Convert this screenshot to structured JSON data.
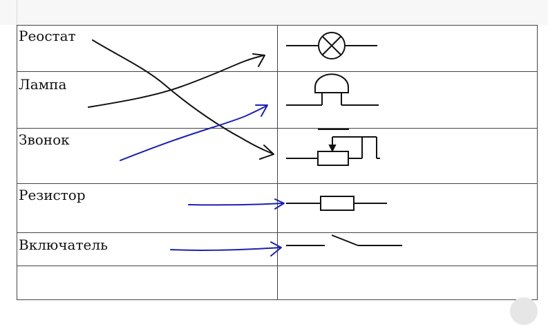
{
  "rows": [
    {
      "label": "Реостат"
    },
    {
      "label": "Лампа"
    },
    {
      "label": "Звонок"
    },
    {
      "label": "Резистор"
    },
    {
      "label": "Включатель"
    },
    {
      "label": ""
    }
  ],
  "symbols": [
    "lamp-symbol",
    "bell-symbol",
    "rheostat-symbol",
    "resistor-symbol",
    "switch-symbol"
  ],
  "colors": {
    "grid": "#444444",
    "black_arrow": "#111111",
    "blue_arrow": "#1a1fb0"
  }
}
